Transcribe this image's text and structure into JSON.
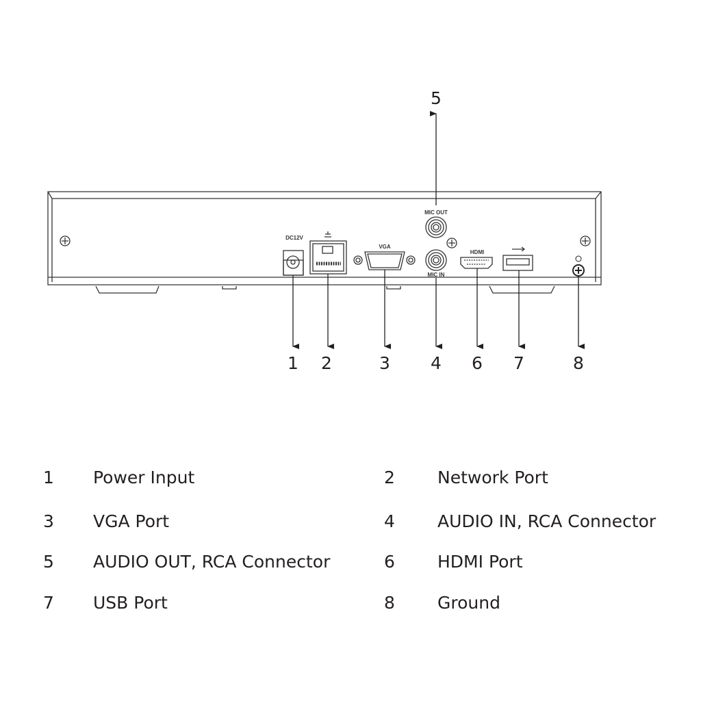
{
  "panel_labels": {
    "power": "DC12V",
    "vga": "VGA",
    "mic_out": "MIC OUT",
    "mic_in": "MIC IN",
    "hdmi": "HDMI"
  },
  "callouts": [
    "1",
    "2",
    "3",
    "4",
    "5",
    "6",
    "7",
    "8"
  ],
  "legend": [
    {
      "num": "1",
      "label": "Power Input"
    },
    {
      "num": "2",
      "label": "Network Port"
    },
    {
      "num": "3",
      "label": "VGA Port"
    },
    {
      "num": "4",
      "label": "AUDIO IN, RCA Connector"
    },
    {
      "num": "5",
      "label": "AUDIO OUT, RCA Connector"
    },
    {
      "num": "6",
      "label": "HDMI Port"
    },
    {
      "num": "7",
      "label": "USB Port"
    },
    {
      "num": "8",
      "label": "Ground"
    }
  ]
}
